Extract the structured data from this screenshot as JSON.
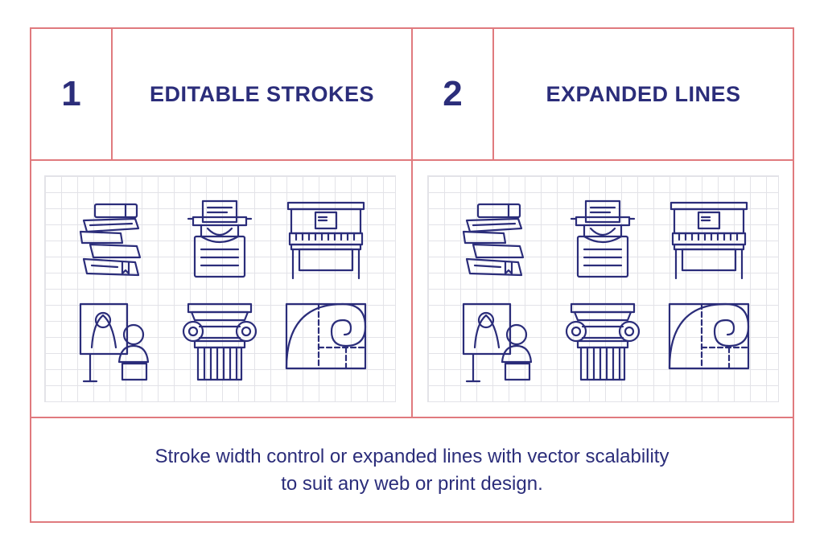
{
  "panels": [
    {
      "number": "1",
      "title": "EDITABLE STROKES"
    },
    {
      "number": "2",
      "title": "EXPANDED LINES"
    }
  ],
  "icons": [
    "books-icon",
    "typewriter-icon",
    "piano-icon",
    "painting-and-bust-icon",
    "ionic-column-icon",
    "golden-spiral-icon"
  ],
  "caption": {
    "line1": "Stroke width control or expanded lines with vector scalability",
    "line2": "to suit any web or print design."
  },
  "colors": {
    "accent": "#e07a7e",
    "ink": "#2b2d7a",
    "grid": "#e3e3e8"
  }
}
